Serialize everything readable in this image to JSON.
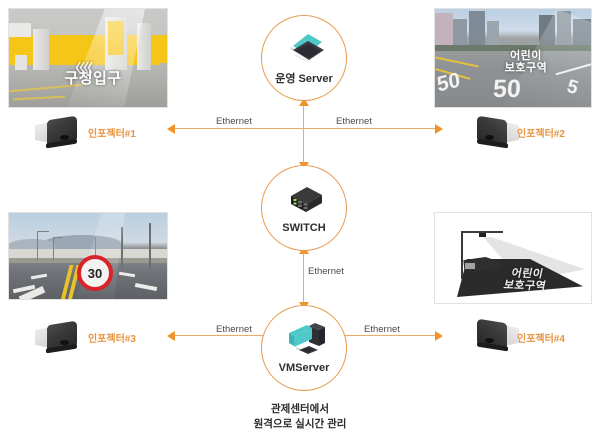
{
  "diagram": {
    "nodes": [
      {
        "id": "server",
        "label": "운영 Server",
        "icon": "laptop-icon"
      },
      {
        "id": "switch",
        "label": "SWITCH",
        "icon": "network-switch-icon"
      },
      {
        "id": "vmserver",
        "label": "VMServer",
        "icon": "desktop-computer-icon"
      }
    ],
    "link_labels": {
      "top_left": "Ethernet",
      "top_right": "Ethernet",
      "middle_vertical": "Ethernet",
      "bottom_left": "Ethernet",
      "bottom_right": "Ethernet"
    },
    "devices": [
      {
        "id": "injector1",
        "label": "인포젝터#1"
      },
      {
        "id": "injector2",
        "label": "인포젝터#2"
      },
      {
        "id": "injector3",
        "label": "인포젝터#3"
      },
      {
        "id": "injector4",
        "label": "인포젝터#4"
      }
    ],
    "photos": [
      {
        "id": "photo1",
        "scene": "parking-garage",
        "projected_text": "구청입구",
        "chevrons": "〈〈〈〈"
      },
      {
        "id": "photo2",
        "scene": "city-street",
        "projected_text": "어린이\n보호구역",
        "road_marking": "50"
      },
      {
        "id": "photo3",
        "scene": "winter-road",
        "projected_text": "30"
      },
      {
        "id": "photo4",
        "scene": "illustration-pole-projector",
        "projected_text": "어린이\n보호구역"
      }
    ],
    "caption": "관제센터에서\n원격으로 실시간 관리",
    "colors": {
      "accent": "#f0932b",
      "line": "#eba96d",
      "device_label": "#e8943f",
      "node_border": "#e79a4e",
      "icon_teal": "#4ec8c8",
      "icon_dark": "#2f2f33",
      "sign_red": "#d8232a"
    }
  }
}
